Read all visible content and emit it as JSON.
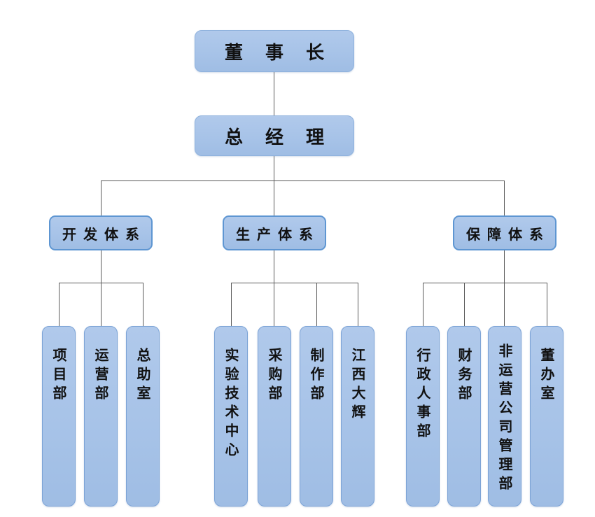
{
  "diagram": {
    "type": "org-chart",
    "background": "#ffffff",
    "colors": {
      "node_fill": "#a7c3e8",
      "node_border": "#8fb2dd",
      "system_border": "#5e96d2",
      "leaf_border": "#7ca3d6",
      "connector_line": "#5a5a5a",
      "text": "#111111"
    },
    "tree": {
      "chairman": {
        "label": "董事长"
      },
      "general_manager": {
        "label": "总经理"
      },
      "systems": [
        {
          "label": "开发体系",
          "children": [
            {
              "label": "项目部"
            },
            {
              "label": "运营部"
            },
            {
              "label": "总助室"
            }
          ]
        },
        {
          "label": "生产体系",
          "children": [
            {
              "label": "实验技术中心"
            },
            {
              "label": "采购部"
            },
            {
              "label": "制作部"
            },
            {
              "label": "江西大辉"
            }
          ]
        },
        {
          "label": "保障体系",
          "children": [
            {
              "label": "行政人事部"
            },
            {
              "label": "财务部"
            },
            {
              "label": "非运营公司管理部"
            },
            {
              "label": "董办室"
            }
          ]
        }
      ]
    }
  }
}
